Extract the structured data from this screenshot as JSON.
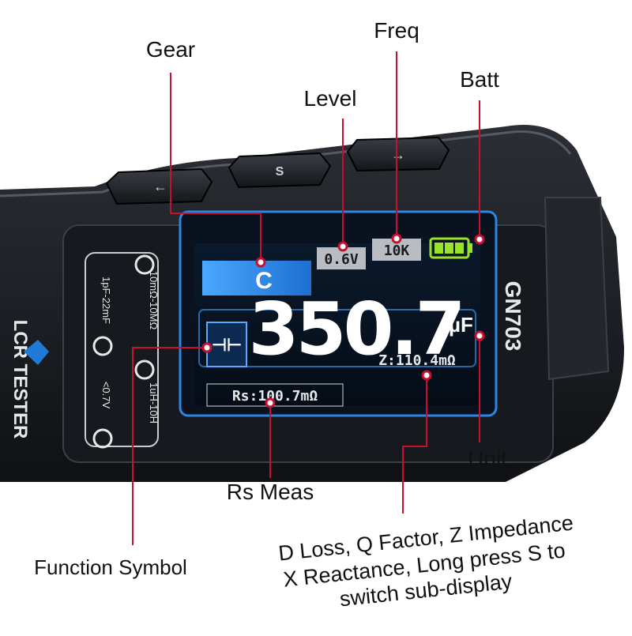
{
  "product": {
    "brand_side": "LCR TESTER",
    "model": "GN703"
  },
  "buttons": [
    {
      "label": "←"
    },
    {
      "label": "S"
    },
    {
      "label": "→"
    }
  ],
  "left_panel": {
    "ranges": [
      "10mΩ-10MΩ",
      "1pF-22mF",
      "1uH-10H",
      "<0.7V"
    ]
  },
  "lcd": {
    "mode": "C",
    "level": "0.6V",
    "freq": "10K",
    "main_value": "350.7",
    "unit": "µF",
    "z_value": "Z:110.4mΩ",
    "rs_value": "Rs:100.7mΩ",
    "function_symbol": "⊣⊢"
  },
  "callouts": {
    "gear": "Gear",
    "freq": "Freq",
    "level": "Level",
    "batt": "Batt",
    "unit": "Unit",
    "rs_meas": "Rs Meas",
    "function_symbol": "Function Symbol",
    "desc_line1": "D Loss, Q Factor, Z Impedance",
    "desc_line2": "X Reactance, Long press S to",
    "desc_line3": "switch sub-display"
  },
  "colors": {
    "callout_line": "#c8102e",
    "lcd_blue": "#3aa3ff",
    "battery_green": "#9be22a",
    "body_dark": "#1c1f24"
  }
}
